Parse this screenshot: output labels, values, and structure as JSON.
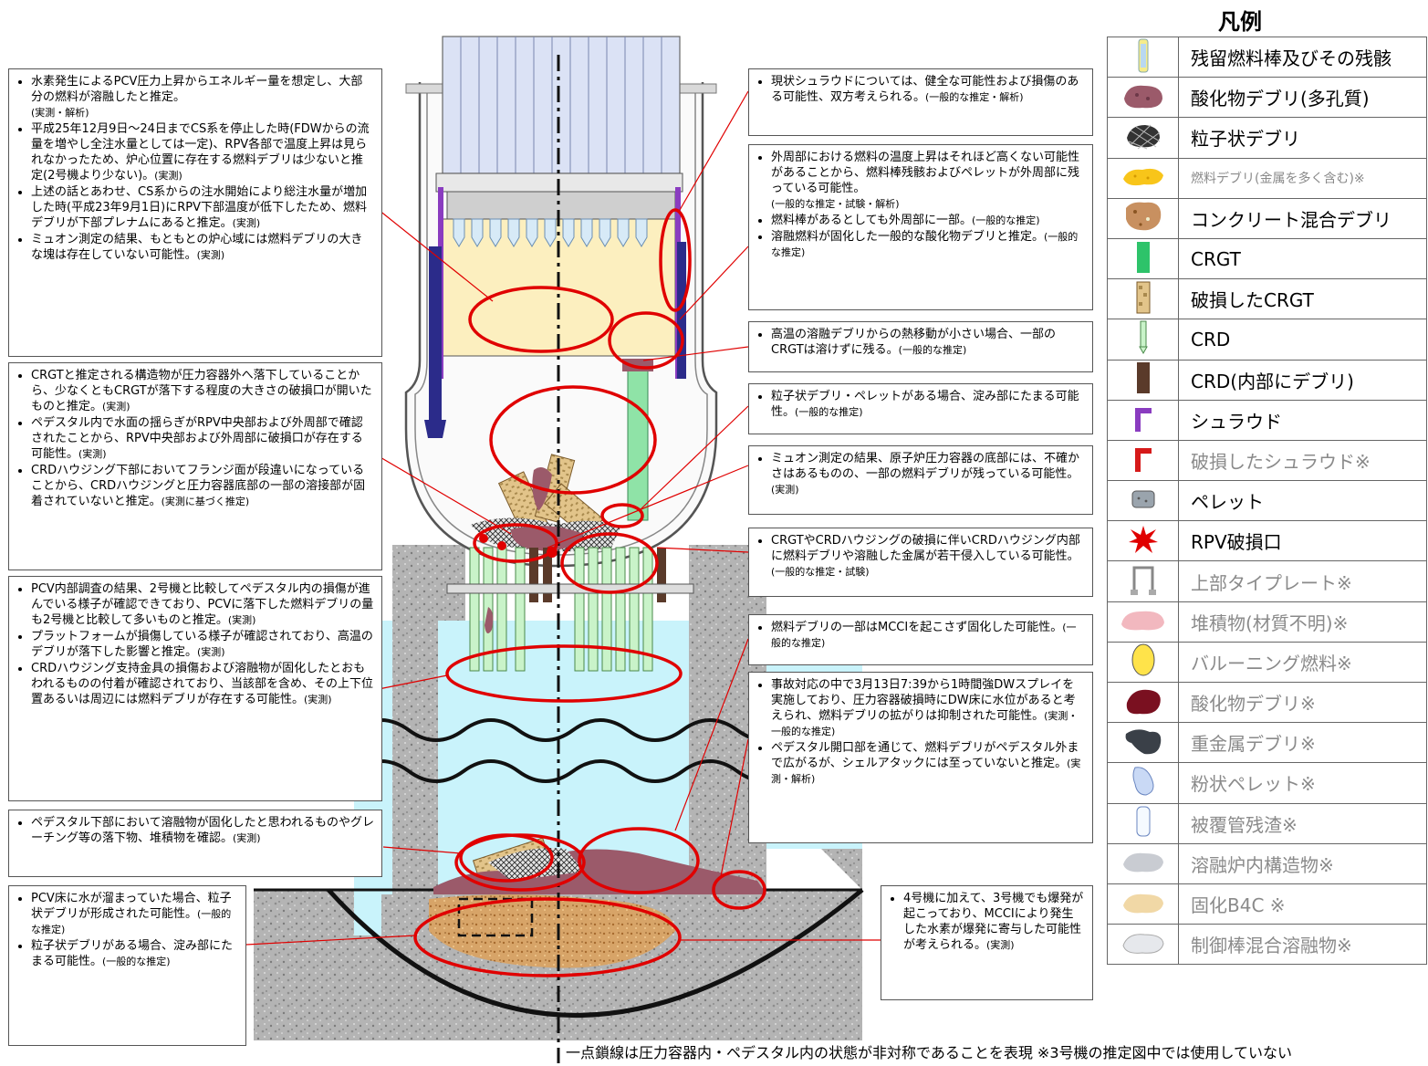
{
  "legend": {
    "title": "凡例",
    "items": [
      {
        "label": "残留燃料棒及びその残骸",
        "icon": "residual-fuel-rod-icon",
        "style": "normal"
      },
      {
        "label": "酸化物デブリ(多孔質)",
        "icon": "porous-oxide-debris-icon",
        "style": "normal"
      },
      {
        "label": "粒子状デブリ",
        "icon": "particulate-debris-icon",
        "style": "normal"
      },
      {
        "label": "燃料デブリ(金属を多く含む)※",
        "icon": "metal-rich-debris-icon",
        "style": "gray-small"
      },
      {
        "label": "コンクリート混合デブリ",
        "icon": "concrete-debris-icon",
        "style": "normal"
      },
      {
        "label": "CRGT",
        "icon": "crgt-icon",
        "style": "normal"
      },
      {
        "label": "破損したCRGT",
        "icon": "damaged-crgt-icon",
        "style": "normal"
      },
      {
        "label": "CRD",
        "icon": "crd-icon",
        "style": "normal"
      },
      {
        "label": "CRD(内部にデブリ)",
        "icon": "crd-with-debris-icon",
        "style": "normal"
      },
      {
        "label": "シュラウド",
        "icon": "shroud-icon",
        "style": "normal"
      },
      {
        "label": "破損したシュラウド※",
        "icon": "damaged-shroud-icon",
        "style": "gray"
      },
      {
        "label": "ペレット",
        "icon": "pellet-icon",
        "style": "normal"
      },
      {
        "label": "RPV破損口",
        "icon": "rpv-breach-icon",
        "style": "normal"
      },
      {
        "label": "上部タイプレート※",
        "icon": "upper-tie-plate-icon",
        "style": "gray"
      },
      {
        "label": "堆積物(材質不明)※",
        "icon": "deposit-icon",
        "style": "gray"
      },
      {
        "label": "バルーニング燃料※",
        "icon": "ballooning-fuel-icon",
        "style": "gray"
      },
      {
        "label": "酸化物デブリ※",
        "icon": "oxide-debris-icon",
        "style": "gray"
      },
      {
        "label": "重金属デブリ※",
        "icon": "heavy-metal-debris-icon",
        "style": "gray"
      },
      {
        "label": "粉状ペレット※",
        "icon": "powder-pellet-icon",
        "style": "gray"
      },
      {
        "label": "被覆管残渣※",
        "icon": "cladding-residue-icon",
        "style": "gray"
      },
      {
        "label": "溶融炉内構造物※",
        "icon": "molten-structure-icon",
        "style": "gray"
      },
      {
        "label": "固化B4C ※",
        "icon": "solidified-b4c-icon",
        "style": "gray"
      },
      {
        "label": "制御棒混合溶融物※",
        "icon": "control-rod-melt-icon",
        "style": "gray"
      }
    ]
  },
  "notes": {
    "n1": {
      "b1": "水素発生によるPCV圧力上昇からエネルギー量を想定し、大部分の燃料が溶融したと推定。",
      "b1s": "(実測・解析)",
      "b2": "平成25年12月9日～24日までCS系を停止した時(FDWからの流量を増やし全注水量としては一定)、RPV各部で温度上昇は見られなかったため、炉心位置に存在する燃料デブリは少ないと推定(2号機より少ない)。",
      "b2s": "(実測)",
      "b3": "上述の話とあわせ、CS系からの注水開始により総注水量が増加した時(平成23年9月1日)にRPV下部温度が低下したため、燃料デブリが下部プレナムにあると推定。",
      "b3s": "(実測)",
      "b4": "ミュオン測定の結果、もともとの炉心域には燃料デブリの大きな塊は存在していない可能性。",
      "b4s": "(実測)"
    },
    "n2": {
      "b1": "CRGTと推定される構造物が圧力容器外へ落下していることから、少なくともCRGTが落下する程度の大きさの破損口が開いたものと推定。",
      "b1s": "(実測)",
      "b2": "ペデスタル内で水面の揺らぎがRPV中央部および外周部で確認されたことから、RPV中央部および外周部に破損口が存在する可能性。",
      "b2s": "(実測)",
      "b3": "CRDハウジング下部においてフランジ面が段違いになっていることから、CRDハウジングと圧力容器底部の一部の溶接部が固着されていないと推定。",
      "b3s": "(実測に基づく推定)"
    },
    "n3": {
      "b1": "PCV内部調査の結果、2号機と比較してペデスタル内の損傷が進んでいる様子が確認できており、PCVに落下した燃料デブリの量も2号機と比較して多いものと推定。",
      "b1s": "(実測)",
      "b2": "プラットフォームが損傷している様子が確認されており、高温のデブリが落下した影響と推定。",
      "b2s": "(実測)",
      "b3": "CRDハウジング支持金具の損傷および溶融物が固化したとおもわれるものの付着が確認されており、当該部を含め、その上下位置あるいは周辺には燃料デブリが存在する可能性。",
      "b3s": "(実測)"
    },
    "n4": {
      "b1": "ペデスタル下部において溶融物が固化したと思われるものやグレーチング等の落下物、堆積物を確認。",
      "b1s": "(実測)"
    },
    "n5": {
      "b1": "PCV床に水が溜まっていた場合、粒子状デブリが形成された可能性。",
      "b1s": "(一般的な推定)",
      "b2": "粒子状デブリがある場合、淀み部にたまる可能性。",
      "b2s": "(一般的な推定)"
    },
    "r1": {
      "b1": "現状シュラウドについては、健全な可能性および損傷のある可能性、双方考えられる。",
      "b1s": "(一般的な推定・解析)"
    },
    "r2": {
      "b1": "外周部における燃料の温度上昇はそれほど高くない可能性があることから、燃料棒残骸およびペレットが外周部に残っている可能性。",
      "b1s": "(一般的な推定・試験・解析)",
      "b2": "燃料棒があるとしても外周部に一部。",
      "b2s": "(一般的な推定)",
      "b3": "溶融燃料が固化した一般的な酸化物デブリと推定。",
      "b3s": "(一般的な推定)"
    },
    "r3": {
      "b1": "高温の溶融デブリからの熱移動が小さい場合、一部のCRGTは溶けずに残る。",
      "b1s": "(一般的な推定)"
    },
    "r4": {
      "b1": "粒子状デブリ・ペレットがある場合、淀み部にたまる可能性。",
      "b1s": "(一般的な推定)"
    },
    "r5": {
      "b1": "ミュオン測定の結果、原子炉圧力容器の底部には、不確かさはあるものの、一部の燃料デブリが残っている可能性。",
      "b1s": "(実測)"
    },
    "r6": {
      "b1": "CRGTやCRDハウジングの破損に伴いCRDハウジング内部に燃料デブリや溶融した金属が若干侵入している可能性。",
      "b1s": "(一般的な推定・試験)"
    },
    "r7": {
      "b1": "燃料デブリの一部はMCCIを起こさず固化した可能性。",
      "b1s": "(一般的な推定)"
    },
    "r8": {
      "b1": "事故対応の中で3月13日7:39から1時間強DWスプレイを実施しており、圧力容器破損時にDW床に水位があると考えられ、燃料デブリの拡がりは抑制された可能性。",
      "b1s": "(実測・一般的な推定)",
      "b2": "ペデスタル開口部を通じて、燃料デブリがペデスタル外まで広がるが、シェルアタックには至っていないと推定。",
      "b2s": "(実測・解析)"
    },
    "r9": {
      "b1": "4号機に加えて、3号機でも爆発が起こっており、MCCIにより発生した水素が爆発に寄与した可能性が考えられる。",
      "b1s": "(実測)"
    }
  },
  "footer": "一点鎖線は圧力容器内・ペデスタル内の状態が非対称であることを表現 ※3号機の推定図中では使用していない",
  "colors": {
    "water": "#c9f3fb",
    "concrete": "#b8b8b8",
    "callout": "#e00000",
    "oxide": "#9b5a6a",
    "crgt": "#8fe3a7"
  }
}
